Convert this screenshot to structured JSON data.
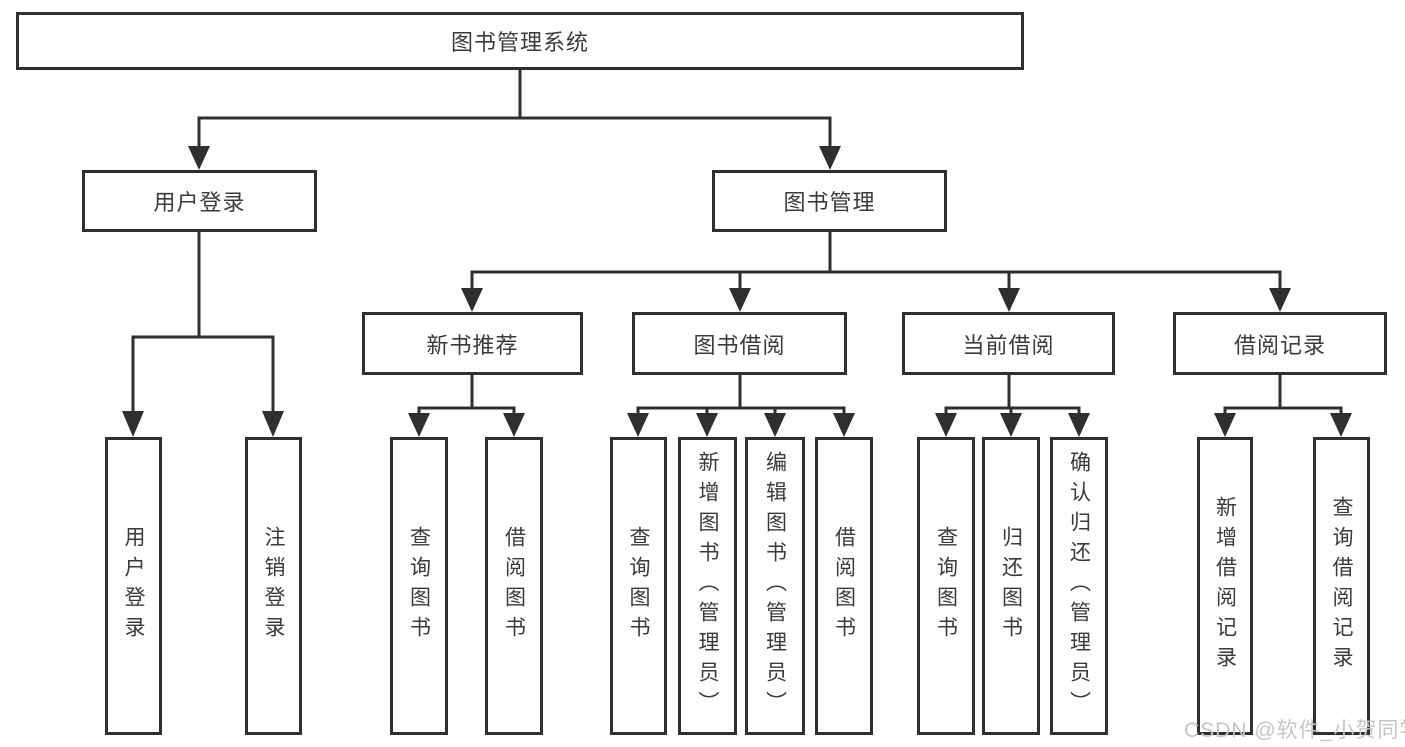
{
  "tree": {
    "root": "图书管理系统",
    "children": [
      {
        "label": "用户登录",
        "leaves": [
          "用户登录",
          "注销登录"
        ]
      },
      {
        "label": "图书管理",
        "children": [
          {
            "label": "新书推荐",
            "leaves": [
              "查询图书",
              "借阅图书"
            ]
          },
          {
            "label": "图书借阅",
            "leaves": [
              "查询图书",
              "新增图书（管理员）",
              "编辑图书（管理员）",
              "借阅图书"
            ]
          },
          {
            "label": "当前借阅",
            "leaves": [
              "查询图书",
              "归还图书",
              "确认归还（管理员）"
            ]
          },
          {
            "label": "借阅记录",
            "leaves": [
              "新增借阅记录",
              "查询借阅记录"
            ]
          }
        ]
      }
    ]
  },
  "watermark": {
    "text": "CSDN @软件_小贺同学"
  },
  "colors": {
    "line": "#2f2f2f",
    "border": "#2f2f2f",
    "text": "#3b3b3b",
    "background": "#ffffff",
    "watermark": "#c6c6c6"
  }
}
